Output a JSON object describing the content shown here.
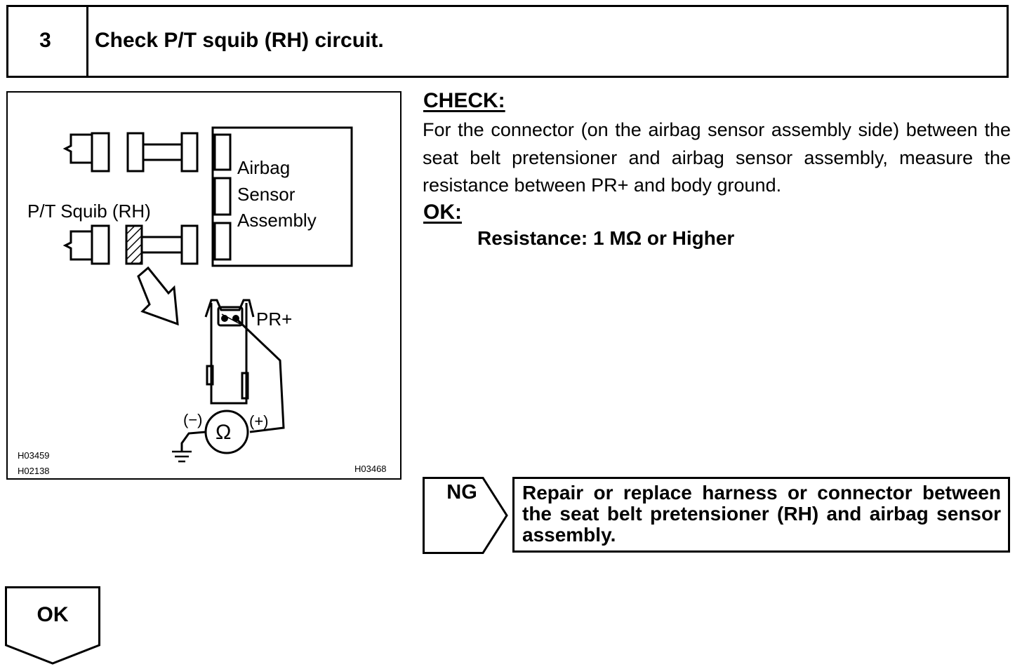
{
  "step": {
    "number": "3",
    "title": "Check P/T squib (RH) circuit."
  },
  "diagram": {
    "label_airbag": "Airbag",
    "label_sensor": "Sensor",
    "label_assembly": "Assembly",
    "label_squib": "P/T Squib (RH)",
    "label_terminal": "PR+",
    "label_minus": "(−)",
    "label_plus": "(+)",
    "ohm_symbol": "Ω",
    "code_1": "H03459",
    "code_2": "H02138",
    "code_3": "H03468"
  },
  "check": {
    "heading": "CHECK:",
    "text": "For the connector (on the airbag sensor assembly side) between the seat belt pretensioner and airbag sensor assembly, measure the resistance between PR+ and body ground."
  },
  "ok_spec": {
    "heading": "OK:",
    "spec": "Resistance: 1 MΩ or Higher"
  },
  "ng": {
    "label": "NG",
    "action": "Repair or replace harness or connector between the seat belt pretensioner (RH) and airbag sensor assembly."
  },
  "ok_result": {
    "label": "OK"
  }
}
